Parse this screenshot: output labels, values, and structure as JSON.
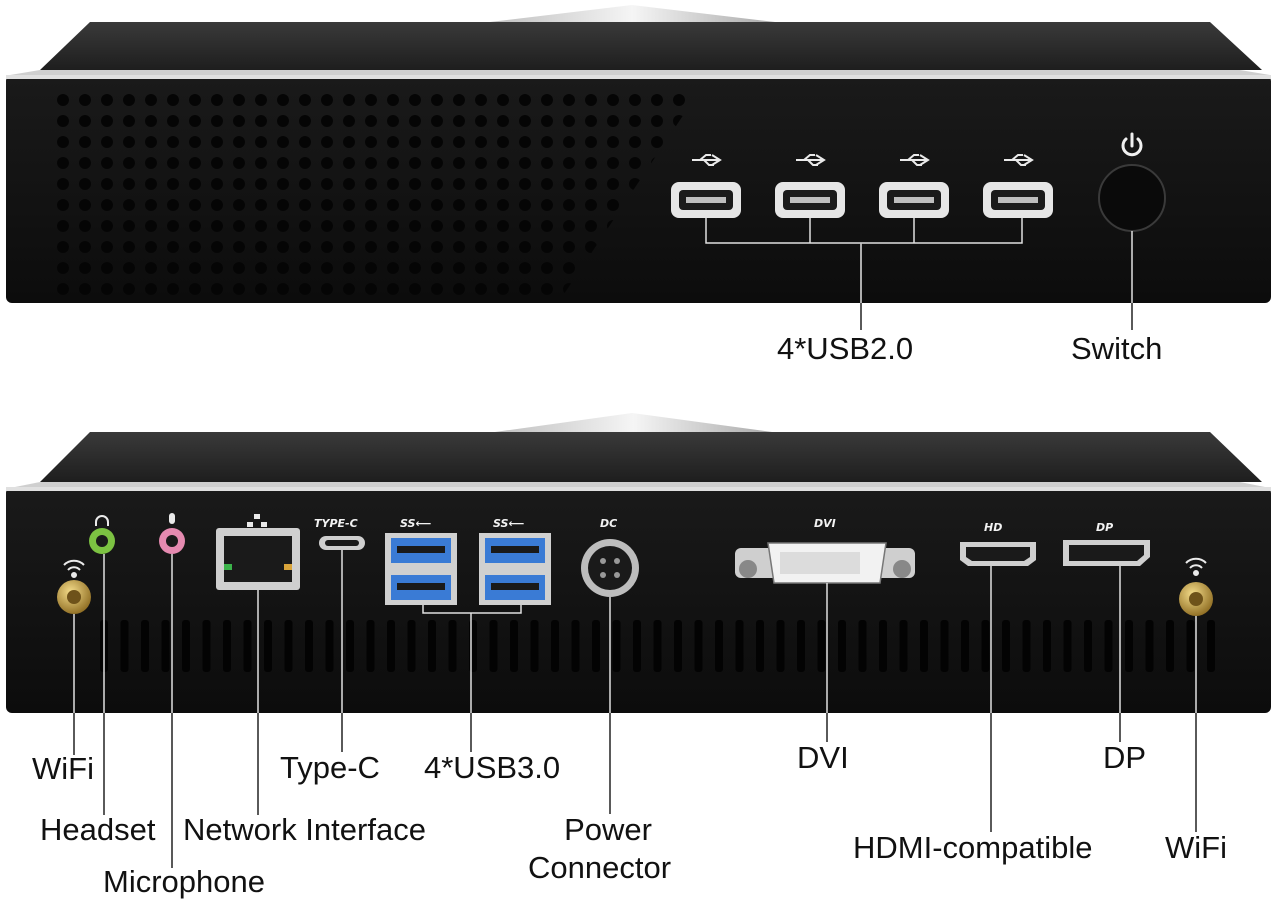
{
  "front_panel": {
    "usb2_label": "4*USB2.0",
    "switch_label": "Switch",
    "usb2_port_count": 4
  },
  "rear_panel": {
    "port_tags": {
      "typec": "TYPE-C",
      "usb_ss_1": "SS⟵",
      "usb_ss_2": "SS⟵",
      "dc": "DC",
      "dvi": "DVI",
      "hd": "HD",
      "dp": "DP"
    },
    "labels": {
      "wifi_left": "WiFi",
      "headset": "Headset",
      "microphone": "Microphone",
      "network": "Network Interface",
      "typec": "Type-C",
      "usb3": "4*USB3.0",
      "power_line1": "Power",
      "power_line2": "Connector",
      "dvi": "DVI",
      "hdmi": "HDMI-compatible",
      "dp": "DP",
      "wifi_right": "WiFi"
    }
  },
  "colors": {
    "case_top": "#2a2a2a",
    "case_front": "#141414",
    "rim": "#d9d9d9",
    "usb3_blue": "#3a7bd5",
    "audio_green": "#7cc242",
    "audio_pink": "#e58ab0",
    "antenna_gold": "#c9a24a"
  }
}
